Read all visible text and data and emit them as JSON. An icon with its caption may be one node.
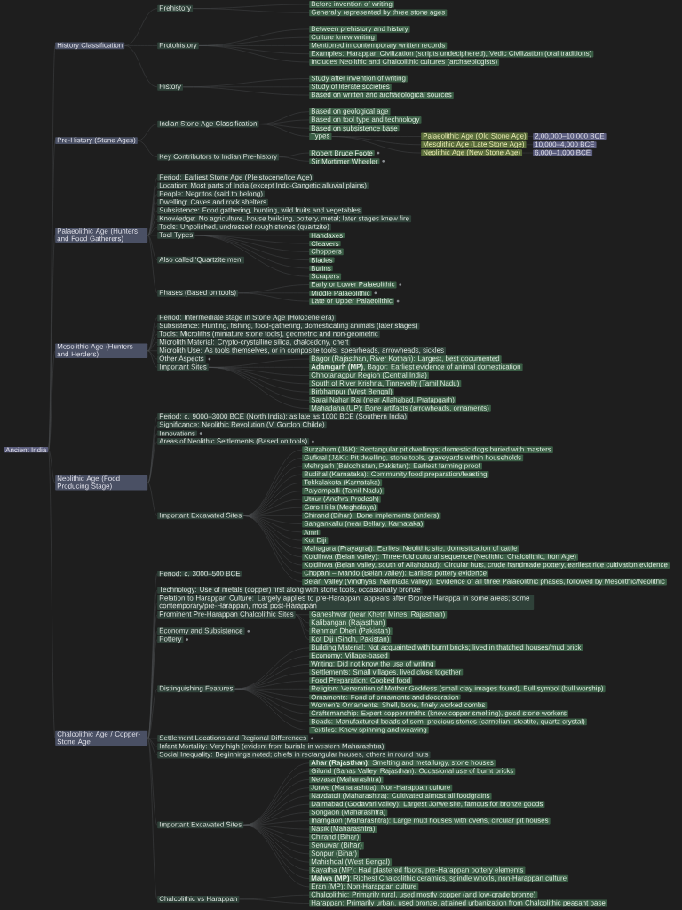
{
  "diagram": {
    "nodes": [
      {
        "text": [
          "Ancient India"
        ]
      },
      {
        "text": [
          "History Classification"
        ]
      },
      {
        "text": [
          "Prehistory"
        ]
      },
      {
        "text": [
          "Before invention of writing"
        ]
      },
      {
        "text": [
          "Generally represented by three stone ages"
        ]
      },
      {
        "text": [
          "Protohistory"
        ]
      },
      {
        "text": [
          "Between prehistory and history"
        ]
      },
      {
        "text": [
          "Culture knew writing"
        ]
      },
      {
        "text": [
          "Mentioned in contemporary written records"
        ]
      },
      {
        "text": [
          "Examples: Harappan Civilization (scripts undeciphered), Vedic Civilization (oral traditions)"
        ]
      },
      {
        "text": [
          "Includes Neolithic and Chalcolithic cultures (archaeologists)"
        ]
      },
      {
        "text": [
          "History"
        ]
      },
      {
        "text": [
          "Study after invention of writing"
        ]
      },
      {
        "text": [
          "Study of literate societies"
        ]
      },
      {
        "text": [
          "Based on written and archaeological sources"
        ]
      },
      {
        "text": [
          "Pre-History (Stone Ages)"
        ]
      },
      {
        "text": [
          "Indian Stone Age Classification"
        ]
      },
      {
        "text": [
          "Based on geological age"
        ]
      },
      {
        "text": [
          "Based on tool type and technology"
        ]
      },
      {
        "text": [
          "Based on subsistence base"
        ]
      },
      {
        "text": [
          "Types"
        ]
      },
      {
        "text": [
          "Palaeolithic Age (Old Stone Age)"
        ]
      },
      {
        "text": [
          "2,00,000–10,000 BCE"
        ]
      },
      {
        "text": [
          "Mesolithic Age (Late Stone Age)"
        ]
      },
      {
        "text": [
          "10,000–4,000 BCE"
        ]
      },
      {
        "text": [
          "Neolithic Age (New Stone Age)"
        ]
      },
      {
        "text": [
          "6,000–1,000 BCE"
        ]
      },
      {
        "text": [
          "Key Contributors to Indian Pre-history"
        ]
      },
      {
        "text": [
          "Robert Bruce Foote"
        ]
      },
      {
        "text": [
          "Sir Mortimer Wheeler"
        ]
      },
      {
        "text": [
          "Palaeolithic Age (Hunters and Food Gatherers)"
        ]
      },
      {
        "text": [
          "Period: Earliest Stone Age (Pleistocene/Ice Age)"
        ]
      },
      {
        "text": [
          "Location: Most parts of India (except Indo-Gangetic alluvial plains)"
        ]
      },
      {
        "text": [
          "People: Negritos (said to belong)"
        ]
      },
      {
        "text": [
          "Dwelling: Caves and rock shelters"
        ]
      },
      {
        "text": [
          "Subsistence: Food gathering, hunting, wild fruits and vegetables"
        ]
      },
      {
        "text": [
          "Knowledge: No agriculture, house building, pottery, metal; later stages knew fire"
        ]
      },
      {
        "text": [
          "Tools: Unpolished, undressed rough stones (quartzite)"
        ]
      },
      {
        "text": [
          "Tool Types"
        ]
      },
      {
        "text": [
          "Handaxes"
        ]
      },
      {
        "text": [
          "Cleavers"
        ]
      },
      {
        "text": [
          "Choppers"
        ]
      },
      {
        "text": [
          "Blades"
        ]
      },
      {
        "text": [
          "Burins"
        ]
      },
      {
        "text": [
          "Scrapers"
        ]
      },
      {
        "text": [
          "Also called 'Quartzite men'"
        ]
      },
      {
        "text": [
          "Phases (Based on tools)"
        ]
      },
      {
        "text": [
          "Early or Lower Palaeolithic"
        ]
      },
      {
        "text": [
          "Middle Palaeolithic"
        ]
      },
      {
        "text": [
          "Late or Upper Palaeolithic"
        ]
      },
      {
        "text": [
          "Mesolithic Age (Hunters and Herders)"
        ]
      },
      {
        "text": [
          "Period: Intermediate stage in Stone Age (Holocene era)"
        ]
      },
      {
        "text": [
          "Subsistence: Hunting, fishing, food-gathering, domesticating animals (later stages)"
        ]
      },
      {
        "text": [
          "Tools: Microliths (miniature stone tools), geometric and non-geometric"
        ]
      },
      {
        "text": [
          "Microlith Material: Crypto-crystalline silica, chalcedony, chert"
        ]
      },
      {
        "text": [
          "Microlith Use: As tools themselves, or in composite tools: spearheads, arrowheads, sickles"
        ]
      },
      {
        "text": [
          "Other Aspects"
        ]
      },
      {
        "text": [
          "Important Sites"
        ]
      },
      {
        "text": [
          "Bagor (Rajasthan, River Kothari): Largest, best documented"
        ]
      },
      {
        "text": [
          "**Adamgarh (MP)**, Bagor: Earliest evidence of animal domestication"
        ]
      },
      {
        "text": [
          "Chhotanagpur Region (Central India)"
        ]
      },
      {
        "text": [
          "South of River Krishna, Tinnevelly (Tamil Nadu)"
        ]
      },
      {
        "text": [
          "Birbhanpur (West Bengal)"
        ]
      },
      {
        "text": [
          "Sarai Nahar Rai (near Allahabad, Pratapgarh)"
        ]
      },
      {
        "text": [
          "Mahadaha (UP): Bone artifacts (arrowheads, ornaments)"
        ]
      },
      {
        "text": [
          "Neolithic Age (Food Producing Stage)"
        ]
      },
      {
        "text": [
          "Period: c. 9000–3000 BCE (North India); as late as 1000 BCE (Southern India)"
        ]
      },
      {
        "text": [
          "Significance: Neolithic Revolution (V. Gordon Childe)"
        ]
      },
      {
        "text": [
          "Innovations"
        ]
      },
      {
        "text": [
          "Areas of Neolithic Settlements (Based on tools)"
        ]
      },
      {
        "text": [
          "Important Excavated Sites"
        ]
      },
      {
        "text": [
          "Burzahom (J&K): Rectangular pit dwellings; domestic dogs buried with masters"
        ]
      },
      {
        "text": [
          "Gufkral (J&K): Pit dwelling, stone tools, graveyards within households"
        ]
      },
      {
        "text": [
          "Mehrgarh (Balochistan, Pakistan): Earliest farming proof"
        ]
      },
      {
        "text": [
          "Budihal (Karnataka): Community food preparation/feasting"
        ]
      },
      {
        "text": [
          "Tekkalakota (Karnataka)"
        ]
      },
      {
        "text": [
          "Paiyampalli (Tamil Nadu)"
        ]
      },
      {
        "text": [
          "Utnur (Andhra Pradesh)"
        ]
      },
      {
        "text": [
          "Garo Hills (Meghalaya)"
        ]
      },
      {
        "text": [
          "Chirand (Bihar): Bone implements (antlers)"
        ]
      },
      {
        "text": [
          "Sangankallu (near Bellary, Karnataka)"
        ]
      },
      {
        "text": [
          "Amri"
        ]
      },
      {
        "text": [
          "Kot Diji"
        ]
      },
      {
        "text": [
          "Mahagara (Prayagraj): Earliest Neolithic site, domestication of cattle"
        ]
      },
      {
        "text": [
          "Koldihwa (Belan valley): Three-fold cultural sequence (Neolithic, Chalcolithic, Iron Age)"
        ]
      },
      {
        "text": [
          "Koldihwa (Belan valley, south of Allahabad): Circular huts, crude handmade pottery, earliest rice cultivation evidence"
        ]
      },
      {
        "text": [
          "Chopani – Mando (Belan valley): Earliest pottery evidence"
        ]
      },
      {
        "text": [
          "Belan Valley (Vindhyas, Narmada valley): Evidence of all three Palaeolithic phases, followed by Mesolithic/Neolithic"
        ]
      },
      {
        "text": [
          "Chalcolithic Age / Copper-Stone Age"
        ]
      },
      {
        "text": [
          "Period: c. 3000–500 BCE"
        ]
      },
      {
        "text": [
          "Technology: Use of metals (copper) first along with stone tools, occasionally bronze"
        ]
      },
      {
        "text": [
          "Relation to Harappan Culture: Largely applies to pre-Harappan; appears after Bronze Harappa in some areas; some contemporary/pre-Harappan, most post-Harappan"
        ]
      },
      {
        "text": [
          "Prominent Pre-Harappan Chalcolithic Sites"
        ]
      },
      {
        "text": [
          "Ganeshwar (near Khetri Mines, Rajasthan)"
        ]
      },
      {
        "text": [
          "Kalibangan (Rajasthan)"
        ]
      },
      {
        "text": [
          "Rehman Dheri (Pakistan)"
        ]
      },
      {
        "text": [
          "Kot Diji (Sindh, Pakistan)"
        ]
      },
      {
        "text": [
          "Economy and Subsistence"
        ]
      },
      {
        "text": [
          "Pottery"
        ]
      },
      {
        "text": [
          "Distinguishing Features"
        ]
      },
      {
        "text": [
          "Building Material: Not acquainted with burnt bricks; lived in thatched houses/mud brick"
        ]
      },
      {
        "text": [
          "Economy: Village-based"
        ]
      },
      {
        "text": [
          "Writing: Did not know the use of writing"
        ]
      },
      {
        "text": [
          "Settlements: Small villages, lived close together"
        ]
      },
      {
        "text": [
          "Food Preparation: Cooked food"
        ]
      },
      {
        "text": [
          "Religion: Veneration of Mother Goddess (small clay images found), Bull symbol (bull worship)"
        ]
      },
      {
        "text": [
          "Ornaments: Fond of ornaments and decoration"
        ]
      },
      {
        "text": [
          "Women's Ornaments: Shell, bone, finely worked combs"
        ]
      },
      {
        "text": [
          "Craftsmanship: Expert coppersmiths (knew copper smelting), good stone workers"
        ]
      },
      {
        "text": [
          "Beads: Manufactured beads of semi-precious stones (carnelian, steatite, quartz crystal)"
        ]
      },
      {
        "text": [
          "Textiles: Knew spinning and weaving"
        ]
      },
      {
        "text": [
          "Settlement Locations and Regional Differences"
        ]
      },
      {
        "text": [
          "Infant Mortality: Very high (evident from burials in western Maharashtra)"
        ]
      },
      {
        "text": [
          "Social Inequality: Beginnings noted; chiefs in rectangular houses, others in round huts"
        ]
      },
      {
        "text": [
          "Important Excavated Sites"
        ]
      },
      {
        "text": [
          "**Ahar (Rajasthan)**: Smelting and metallurgy, stone houses"
        ]
      },
      {
        "text": [
          "Gilund (Banas Valley, Rajasthan): Occasional use of burnt bricks"
        ]
      },
      {
        "text": [
          "Nevasa (Maharashtra)"
        ]
      },
      {
        "text": [
          "Jorwe (Maharashtra): Non-Harappan culture"
        ]
      },
      {
        "text": [
          "Navdatoli (Maharashtra): Cultivated almost all foodgrains"
        ]
      },
      {
        "text": [
          "Daimabad (Godavari valley): Largest Jorwe site, famous for bronze goods"
        ]
      },
      {
        "text": [
          "Songaon (Maharashtra)"
        ]
      },
      {
        "text": [
          "Inamgaon (Maharashtra): Large mud houses with ovens, circular pit houses"
        ]
      },
      {
        "text": [
          "Nasik (Maharashtra)"
        ]
      },
      {
        "text": [
          "Chirand (Bihar)"
        ]
      },
      {
        "text": [
          "Senuwar (Bihar)"
        ]
      },
      {
        "text": [
          "Sonpur (Bihar)"
        ]
      },
      {
        "text": [
          "Mahishdal (West Bengal)"
        ]
      },
      {
        "text": [
          "Kayatha (MP): Had plastered floors, pre-Harappan pottery elements"
        ]
      },
      {
        "text": [
          "**Malwa (MP)**: Richest Chalcolithic ceramics, spindle whorls, non-Harappan culture"
        ]
      },
      {
        "text": [
          "Eran (MP): Non-Harappan culture"
        ]
      },
      {
        "text": [
          "Chalcolithic vs Harappan"
        ]
      },
      {
        "text": [
          "Chalcolithic: Primarily rural, used mostly copper (and low-grade bronze)"
        ]
      },
      {
        "text": [
          "Harappan: Primarily urban, used bronze, attained urbanization from Chalcolithic peasant base"
        ]
      }
    ],
    "edges": [
      {
        "from": 0,
        "to": 1,
        "arrow": "none"
      },
      {
        "from": 1,
        "to": 2,
        "arrow": "none"
      },
      {
        "from": 2,
        "to": 3,
        "arrow": "none"
      },
      {
        "from": 2,
        "to": 4,
        "arrow": "none"
      },
      {
        "from": 1,
        "to": 5,
        "arrow": "none"
      },
      {
        "from": 5,
        "to": 6,
        "arrow": "none"
      },
      {
        "from": 5,
        "to": 7,
        "arrow": "none"
      },
      {
        "from": 5,
        "to": 8,
        "arrow": "none"
      },
      {
        "from": 5,
        "to": 9,
        "arrow": "none"
      },
      {
        "from": 5,
        "to": 10,
        "arrow": "none"
      },
      {
        "from": 1,
        "to": 11,
        "arrow": "none"
      },
      {
        "from": 11,
        "to": 12,
        "arrow": "none"
      },
      {
        "from": 11,
        "to": 13,
        "arrow": "none"
      },
      {
        "from": 11,
        "to": 14,
        "arrow": "none"
      },
      {
        "from": 0,
        "to": 15,
        "arrow": "none"
      },
      {
        "from": 15,
        "to": 16,
        "arrow": "none"
      },
      {
        "from": 16,
        "to": 17,
        "arrow": "none"
      },
      {
        "from": 16,
        "to": 18,
        "arrow": "none"
      },
      {
        "from": 16,
        "to": 19,
        "arrow": "none"
      },
      {
        "from": 16,
        "to": 20,
        "arrow": "none"
      },
      {
        "from": 20,
        "to": 21,
        "arrow": "none"
      },
      {
        "from": 21,
        "to": 22,
        "arrow": "none"
      },
      {
        "from": 20,
        "to": 23,
        "arrow": "none"
      },
      {
        "from": 23,
        "to": 24,
        "arrow": "none"
      },
      {
        "from": 20,
        "to": 25,
        "arrow": "none"
      },
      {
        "from": 25,
        "to": 26,
        "arrow": "none"
      },
      {
        "from": 15,
        "to": 27,
        "arrow": "none"
      },
      {
        "from": 27,
        "to": 28,
        "arrow": "none"
      },
      {
        "from": 27,
        "to": 29,
        "arrow": "none"
      },
      {
        "from": 0,
        "to": 30,
        "arrow": "none"
      },
      {
        "from": 30,
        "to": 31,
        "arrow": "none"
      },
      {
        "from": 30,
        "to": 32,
        "arrow": "none"
      },
      {
        "from": 30,
        "to": 33,
        "arrow": "none"
      },
      {
        "from": 30,
        "to": 34,
        "arrow": "none"
      },
      {
        "from": 30,
        "to": 35,
        "arrow": "none"
      },
      {
        "from": 30,
        "to": 36,
        "arrow": "none"
      },
      {
        "from": 30,
        "to": 37,
        "arrow": "none"
      },
      {
        "from": 30,
        "to": 38,
        "arrow": "none"
      },
      {
        "from": 38,
        "to": 39,
        "arrow": "none"
      },
      {
        "from": 38,
        "to": 40,
        "arrow": "none"
      },
      {
        "from": 38,
        "to": 41,
        "arrow": "none"
      },
      {
        "from": 38,
        "to": 42,
        "arrow": "none"
      },
      {
        "from": 38,
        "to": 43,
        "arrow": "none"
      },
      {
        "from": 38,
        "to": 44,
        "arrow": "none"
      },
      {
        "from": 30,
        "to": 45,
        "arrow": "none"
      },
      {
        "from": 30,
        "to": 46,
        "arrow": "none"
      },
      {
        "from": 46,
        "to": 47,
        "arrow": "none"
      },
      {
        "from": 46,
        "to": 48,
        "arrow": "none"
      },
      {
        "from": 46,
        "to": 49,
        "arrow": "none"
      },
      {
        "from": 0,
        "to": 50,
        "arrow": "none"
      },
      {
        "from": 50,
        "to": 51,
        "arrow": "none"
      },
      {
        "from": 50,
        "to": 52,
        "arrow": "none"
      },
      {
        "from": 50,
        "to": 53,
        "arrow": "none"
      },
      {
        "from": 50,
        "to": 54,
        "arrow": "none"
      },
      {
        "from": 50,
        "to": 55,
        "arrow": "none"
      },
      {
        "from": 50,
        "to": 56,
        "arrow": "none"
      },
      {
        "from": 50,
        "to": 57,
        "arrow": "none"
      },
      {
        "from": 57,
        "to": 58,
        "arrow": "none"
      },
      {
        "from": 57,
        "to": 59,
        "arrow": "none"
      },
      {
        "from": 57,
        "to": 60,
        "arrow": "none"
      },
      {
        "from": 57,
        "to": 61,
        "arrow": "none"
      },
      {
        "from": 57,
        "to": 62,
        "arrow": "none"
      },
      {
        "from": 57,
        "to": 63,
        "arrow": "none"
      },
      {
        "from": 57,
        "to": 64,
        "arrow": "none"
      },
      {
        "from": 0,
        "to": 65,
        "arrow": "none"
      },
      {
        "from": 65,
        "to": 66,
        "arrow": "none"
      },
      {
        "from": 65,
        "to": 67,
        "arrow": "none"
      },
      {
        "from": 65,
        "to": 68,
        "arrow": "none"
      },
      {
        "from": 65,
        "to": 69,
        "arrow": "none"
      },
      {
        "from": 65,
        "to": 70,
        "arrow": "none"
      },
      {
        "from": 70,
        "to": 71,
        "arrow": "none"
      },
      {
        "from": 70,
        "to": 72,
        "arrow": "none"
      },
      {
        "from": 70,
        "to": 73,
        "arrow": "none"
      },
      {
        "from": 70,
        "to": 74,
        "arrow": "none"
      },
      {
        "from": 70,
        "to": 75,
        "arrow": "none"
      },
      {
        "from": 70,
        "to": 76,
        "arrow": "none"
      },
      {
        "from": 70,
        "to": 77,
        "arrow": "none"
      },
      {
        "from": 70,
        "to": 78,
        "arrow": "none"
      },
      {
        "from": 70,
        "to": 79,
        "arrow": "none"
      },
      {
        "from": 70,
        "to": 80,
        "arrow": "none"
      },
      {
        "from": 70,
        "to": 81,
        "arrow": "none"
      },
      {
        "from": 70,
        "to": 82,
        "arrow": "none"
      },
      {
        "from": 70,
        "to": 83,
        "arrow": "none"
      },
      {
        "from": 70,
        "to": 84,
        "arrow": "none"
      },
      {
        "from": 70,
        "to": 85,
        "arrow": "none"
      },
      {
        "from": 70,
        "to": 86,
        "arrow": "none"
      },
      {
        "from": 70,
        "to": 87,
        "arrow": "none"
      },
      {
        "from": 0,
        "to": 88,
        "arrow": "none"
      },
      {
        "from": 88,
        "to": 89,
        "arrow": "none"
      },
      {
        "from": 88,
        "to": 90,
        "arrow": "none"
      },
      {
        "from": 88,
        "to": 91,
        "arrow": "none"
      },
      {
        "from": 88,
        "to": 92,
        "arrow": "none"
      },
      {
        "from": 92,
        "to": 93,
        "arrow": "none"
      },
      {
        "from": 92,
        "to": 94,
        "arrow": "none"
      },
      {
        "from": 92,
        "to": 95,
        "arrow": "none"
      },
      {
        "from": 92,
        "to": 96,
        "arrow": "none"
      },
      {
        "from": 88,
        "to": 97,
        "arrow": "none"
      },
      {
        "from": 88,
        "to": 98,
        "arrow": "none"
      },
      {
        "from": 88,
        "to": 99,
        "arrow": "none"
      },
      {
        "from": 99,
        "to": 100,
        "arrow": "none"
      },
      {
        "from": 99,
        "to": 101,
        "arrow": "none"
      },
      {
        "from": 99,
        "to": 102,
        "arrow": "none"
      },
      {
        "from": 99,
        "to": 103,
        "arrow": "none"
      },
      {
        "from": 99,
        "to": 104,
        "arrow": "none"
      },
      {
        "from": 99,
        "to": 105,
        "arrow": "none"
      },
      {
        "from": 99,
        "to": 106,
        "arrow": "none"
      },
      {
        "from": 99,
        "to": 107,
        "arrow": "none"
      },
      {
        "from": 99,
        "to": 108,
        "arrow": "none"
      },
      {
        "from": 99,
        "to": 109,
        "arrow": "none"
      },
      {
        "from": 99,
        "to": 110,
        "arrow": "none"
      },
      {
        "from": 88,
        "to": 111,
        "arrow": "none"
      },
      {
        "from": 88,
        "to": 112,
        "arrow": "none"
      },
      {
        "from": 88,
        "to": 113,
        "arrow": "none"
      },
      {
        "from": 88,
        "to": 114,
        "arrow": "none"
      },
      {
        "from": 114,
        "to": 115,
        "arrow": "none"
      },
      {
        "from": 114,
        "to": 116,
        "arrow": "none"
      },
      {
        "from": 114,
        "to": 117,
        "arrow": "none"
      },
      {
        "from": 114,
        "to": 118,
        "arrow": "none"
      },
      {
        "from": 114,
        "to": 119,
        "arrow": "none"
      },
      {
        "from": 114,
        "to": 120,
        "arrow": "none"
      },
      {
        "from": 114,
        "to": 121,
        "arrow": "none"
      },
      {
        "from": 114,
        "to": 122,
        "arrow": "none"
      },
      {
        "from": 114,
        "to": 123,
        "arrow": "none"
      },
      {
        "from": 114,
        "to": 124,
        "arrow": "none"
      },
      {
        "from": 114,
        "to": 125,
        "arrow": "none"
      },
      {
        "from": 114,
        "to": 126,
        "arrow": "none"
      },
      {
        "from": 114,
        "to": 127,
        "arrow": "none"
      },
      {
        "from": 114,
        "to": 128,
        "arrow": "none"
      },
      {
        "from": 114,
        "to": 129,
        "arrow": "none"
      },
      {
        "from": 114,
        "to": 130,
        "arrow": "none"
      },
      {
        "from": 88,
        "to": 131,
        "arrow": "none"
      },
      {
        "from": 131,
        "to": 132,
        "arrow": "none"
      },
      {
        "from": 131,
        "to": 133,
        "arrow": "none"
      }
    ]
  }
}
